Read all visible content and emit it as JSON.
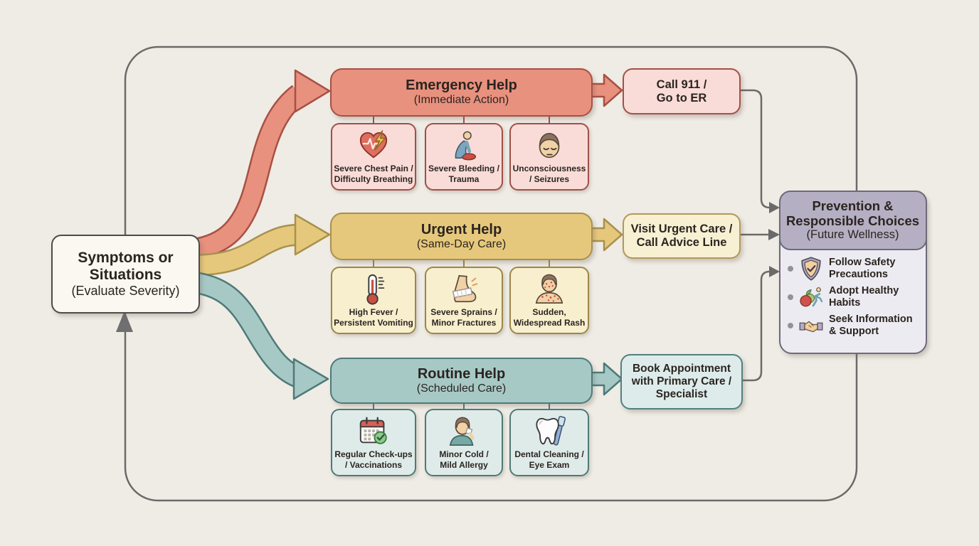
{
  "start": {
    "title": "Symptoms or\nSituations",
    "subtitle": "(Evaluate Severity)"
  },
  "branches": [
    {
      "id": "emergency",
      "title": "Emergency Help",
      "subtitle": "(Immediate Action)",
      "action": "Call 911 /\nGo to ER",
      "color": "#e8917e",
      "border": "#a85044",
      "cards": [
        {
          "icon": "heart-lightning-icon",
          "label": "Severe Chest Pain /\nDifficulty Breathing"
        },
        {
          "icon": "cpr-bleeding-icon",
          "label": "Severe Bleeding /\nTrauma"
        },
        {
          "icon": "unconscious-face-icon",
          "label": "Unconsciousness\n/ Seizures"
        }
      ]
    },
    {
      "id": "urgent",
      "title": "Urgent Help",
      "subtitle": "(Same-Day Care)",
      "action": "Visit Urgent Care /\nCall Advice Line",
      "color": "#e6c87c",
      "border": "#a8914e",
      "cards": [
        {
          "icon": "thermometer-icon",
          "label": "High Fever /\nPersistent Vomiting"
        },
        {
          "icon": "sprained-foot-icon",
          "label": "Severe Sprains /\nMinor Fractures"
        },
        {
          "icon": "rash-person-icon",
          "label": "Sudden,\nWidespread Rash"
        }
      ]
    },
    {
      "id": "routine",
      "title": "Routine Help",
      "subtitle": "(Scheduled Care)",
      "action": "Book Appointment\nwith Primary Care /\nSpecialist",
      "color": "#a7c9c6",
      "border": "#4e7a78",
      "cards": [
        {
          "icon": "calendar-check-icon",
          "label": "Regular Check-ups\n/ Vaccinations"
        },
        {
          "icon": "sneeze-person-icon",
          "label": "Minor Cold /\nMild Allergy"
        },
        {
          "icon": "tooth-toothbrush-icon",
          "label": "Dental Cleaning /\nEye Exam"
        }
      ]
    }
  ],
  "prevention": {
    "title": "Prevention &\nResponsible Choices",
    "subtitle": "(Future Wellness)",
    "header_color": "#b5afc3",
    "border": "#6e6a78",
    "items": [
      {
        "icon": "shield-check-icon",
        "label": "Follow Safety\nPrecautions"
      },
      {
        "icon": "healthy-habits-icon",
        "label": "Adopt Healthy\nHabits"
      },
      {
        "icon": "handshake-icon",
        "label": "Seek Information\n& Support"
      }
    ]
  },
  "frame_color": "#6a6a6a",
  "background": "#efece5"
}
